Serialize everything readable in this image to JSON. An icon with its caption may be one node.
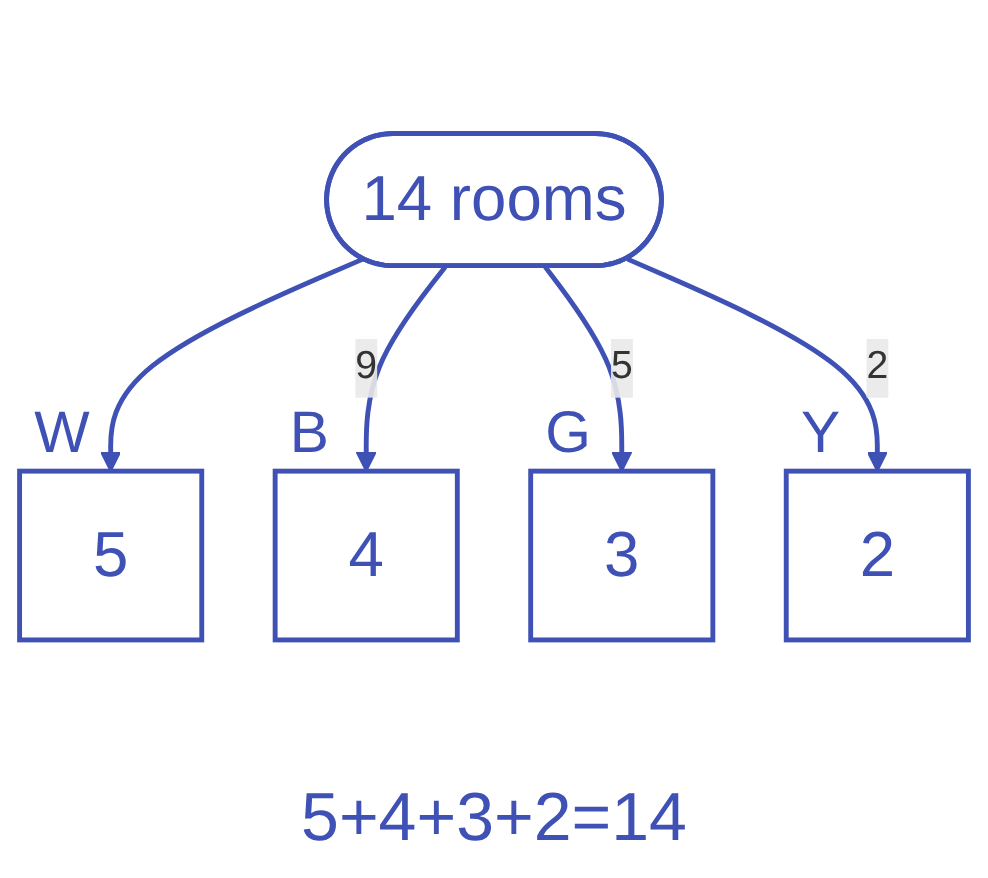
{
  "diagram": {
    "nodes": [
      {
        "text": [
          "14 rooms"
        ]
      },
      {
        "text": [
          "5"
        ],
        "beside": [
          "W"
        ]
      },
      {
        "text": [
          "4"
        ],
        "beside": [
          "B"
        ]
      },
      {
        "text": [
          "3"
        ],
        "beside": [
          "G"
        ]
      },
      {
        "text": [
          "2"
        ],
        "beside": [
          "Y"
        ]
      }
    ],
    "edges": [
      {
        "from": 0,
        "to": 1,
        "arrow": "to"
      },
      {
        "from": 0,
        "to": 2,
        "label": "9",
        "arrow": "to"
      },
      {
        "from": 0,
        "to": 3,
        "label": "5",
        "arrow": "to"
      },
      {
        "from": 0,
        "to": 4,
        "label": "2",
        "arrow": "to"
      }
    ],
    "labels": [
      "5+4+3+2=14"
    ]
  }
}
